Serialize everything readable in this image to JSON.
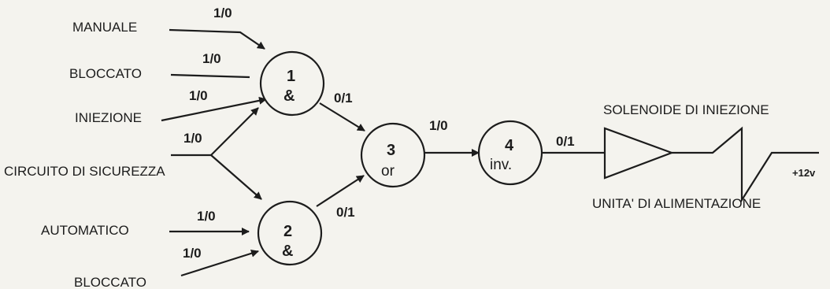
{
  "inputs": {
    "manuale": "MANUALE",
    "bloccato_1": "BLOCCATO",
    "iniezione": "INIEZIONE",
    "circuito": "CIRCUITO DI SICUREZZA",
    "automatico": "AUTOMATICO",
    "bloccato_2": "BLOCCATO"
  },
  "signals": {
    "manuale": "1/0",
    "bloccato_1": "1/0",
    "iniezione": "1/0",
    "circuito": "1/0",
    "automatico": "1/0",
    "bloccato_2": "1/0",
    "gate1_out": "0/1",
    "gate2_out": "0/1",
    "gate3_out": "1/0",
    "gate4_out": "0/1"
  },
  "gates": {
    "g1": {
      "num": "1",
      "op": "&"
    },
    "g2": {
      "num": "2",
      "op": "&"
    },
    "g3": {
      "num": "3",
      "op": "or"
    },
    "g4": {
      "num": "4",
      "op": "inv."
    }
  },
  "output": {
    "solenoid": "SOLENOIDE DI INIEZIONE",
    "power_unit": "UNITA' DI ALIMENTAZIONE",
    "voltage": "+12v"
  }
}
